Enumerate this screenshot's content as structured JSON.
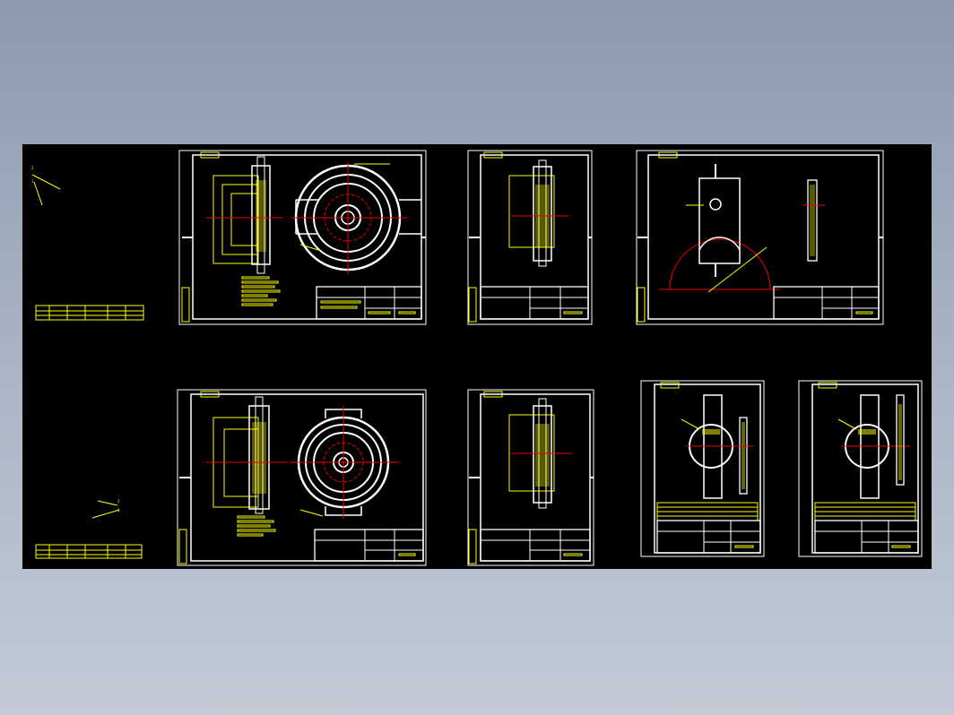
{
  "canvas": {
    "background": "#000000",
    "line_colors": {
      "sheet": "#ffffff",
      "annotation": "#ffff00",
      "centerline": "#ee0000"
    }
  },
  "icons": [
    "pulley-drawing",
    "plate-drawing",
    "arm-drawing"
  ]
}
